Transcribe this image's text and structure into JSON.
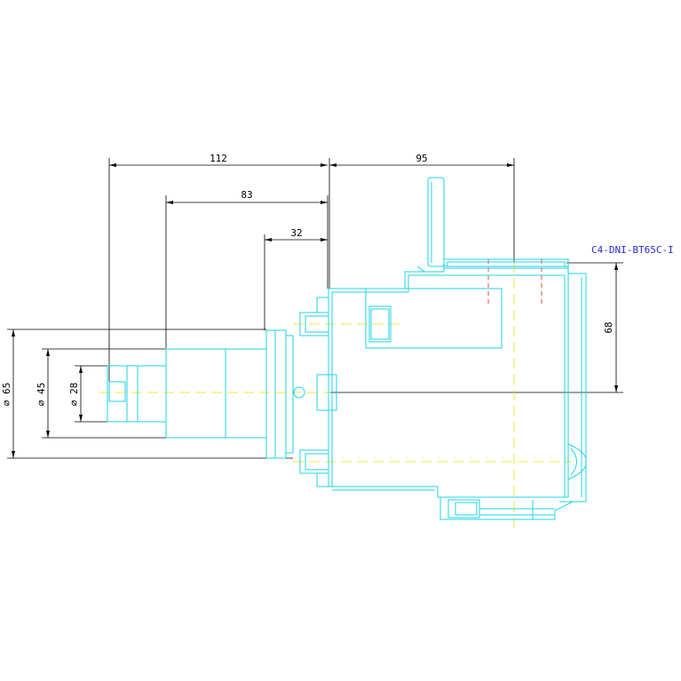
{
  "drawing": {
    "part_label": "C4-DNI-BT65C-I",
    "dimensions": {
      "overall_left": "112",
      "overall_right": "95",
      "mid": "83",
      "short": "32",
      "height": "68",
      "dia_outer": "⌀ 65",
      "dia_mid": "⌀ 45",
      "dia_inner": "⌀ 28"
    },
    "colors": {
      "outline": "#1fd3e0",
      "dimension": "#000000",
      "centerline": "#e6e200",
      "hidden": "#e02020",
      "label": "#2a2ad0",
      "background": "#ffffff"
    }
  }
}
